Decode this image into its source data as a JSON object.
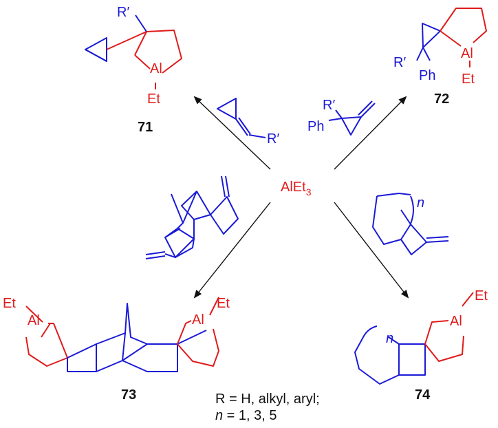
{
  "reagent": {
    "label": "AlEt",
    "sub": "3"
  },
  "compounds": {
    "c71": {
      "id": "71",
      "r": "R′",
      "al": "Al",
      "et": "Et"
    },
    "c72": {
      "id": "72",
      "r": "R′",
      "ph": "Ph",
      "al": "Al",
      "et": "Et"
    },
    "c73": {
      "id": "73",
      "al": "Al",
      "et": "Et"
    },
    "c74": {
      "id": "74",
      "n": "n",
      "al": "Al",
      "et": "Et"
    }
  },
  "substrates": {
    "top_left": {
      "r": "R′"
    },
    "top_right": {
      "r": "R′",
      "ph": "Ph"
    },
    "bottom_right": {
      "n": "n"
    }
  },
  "footnote": {
    "line1": "R = H, alkyl, aryl;",
    "line2_var": "n",
    "line2_rest": " = 1, 3, 5"
  },
  "colors": {
    "substrate": "#1a1ad6",
    "aluminacycle": "#e01b1b",
    "arrows": "#111111"
  }
}
